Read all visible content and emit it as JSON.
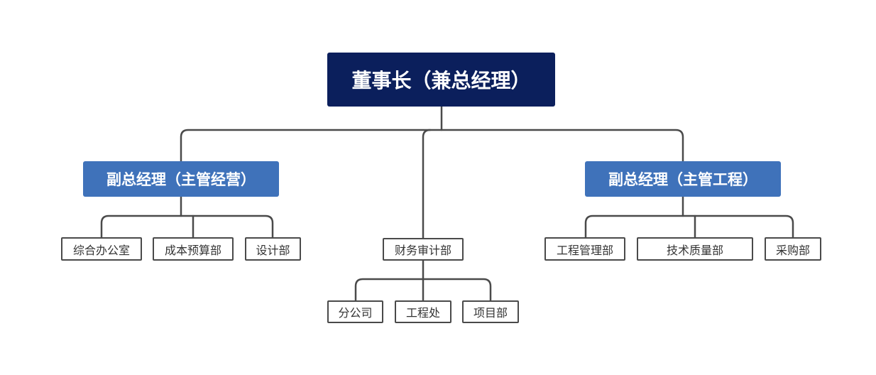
{
  "root": {
    "label": "董事长（兼总经理）"
  },
  "vp_operations": {
    "label": "副总经理（主管经营）"
  },
  "vp_engineering": {
    "label": "副总经理（主管工程）"
  },
  "operations_departments": [
    "综合办公室",
    "成本预算部",
    "设计部"
  ],
  "finance_department": {
    "label": "财务审计部"
  },
  "finance_subunits": [
    "分公司",
    "工程处",
    "项目部"
  ],
  "engineering_departments": [
    "工程管理部",
    "技术质量部",
    "采购部"
  ],
  "colors": {
    "root_fill": "#0b1f5c",
    "vp_fill": "#3f72ba",
    "connector": "#4a4a4a",
    "dept_border": "#4a4a4a"
  }
}
